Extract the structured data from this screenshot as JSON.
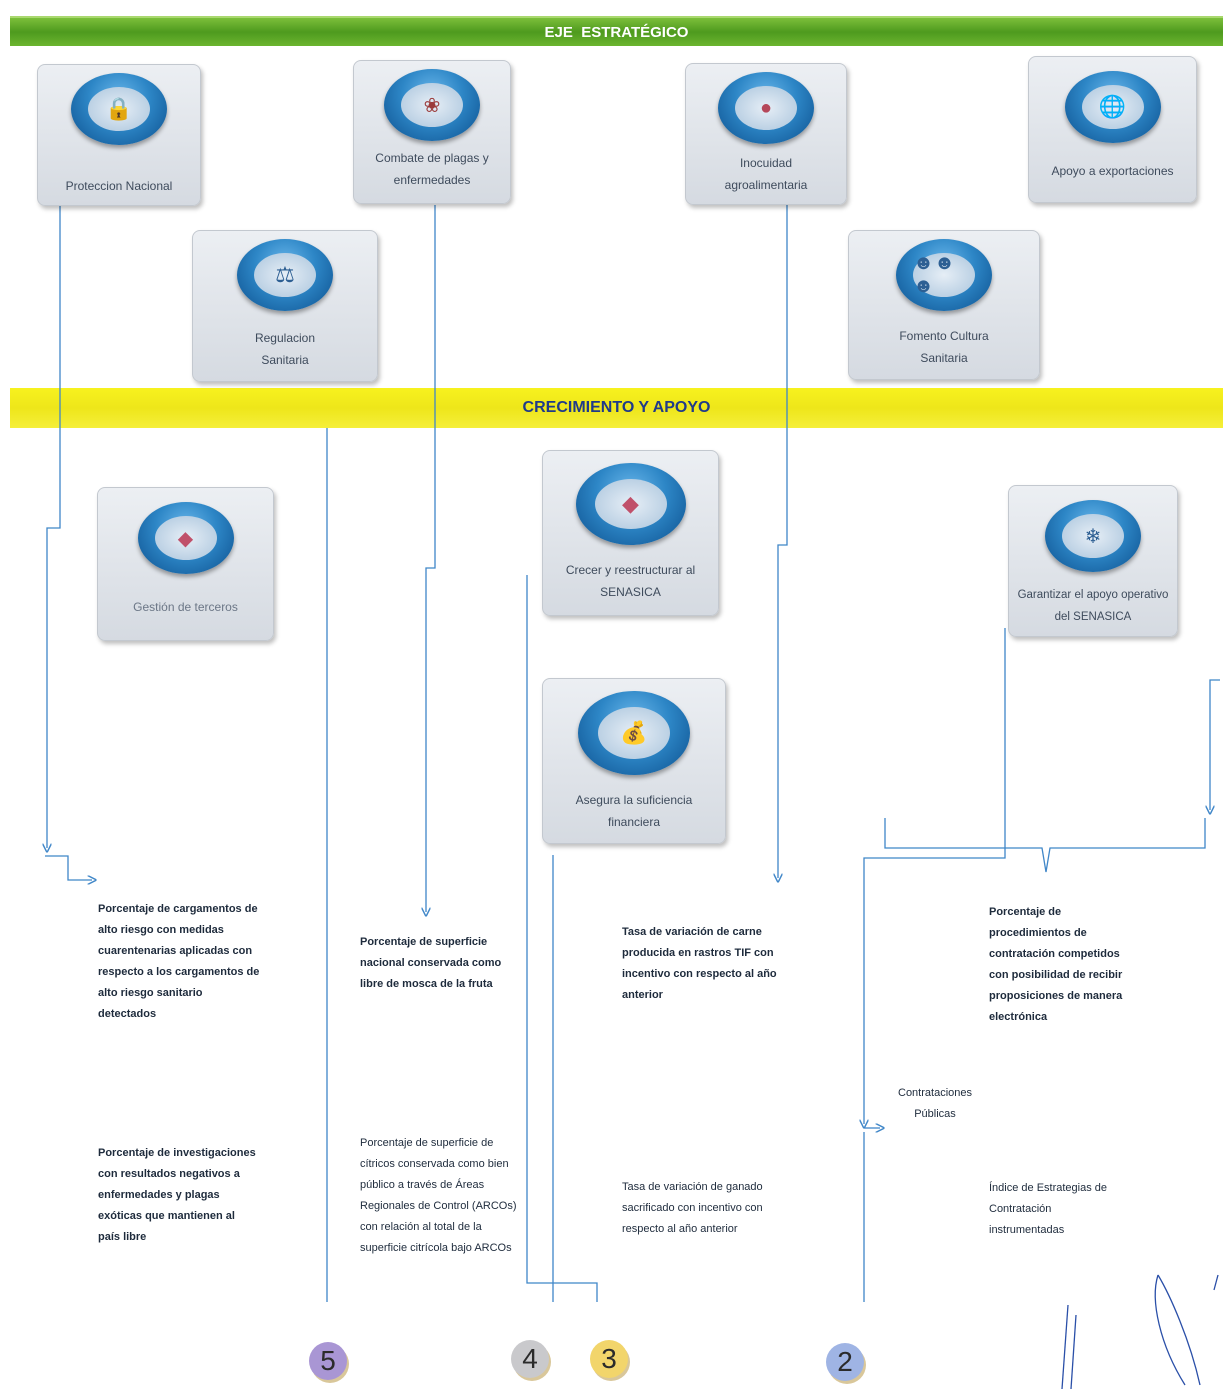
{
  "bands": {
    "eje": "EJE  ESTRATÉGICO",
    "crecimiento": "CRECIMIENTO Y APOYO"
  },
  "cards": {
    "proteccion": "Proteccion Nacional",
    "combate": "Combate de plagas y enfermedades",
    "inocuidad": "Inocuidad agroalimentaria",
    "exportaciones": "Apoyo a exportaciones",
    "regulacion": "Regulacion Sanitaria",
    "fomento": "Fomento Cultura Sanitaria",
    "terceros": "Gestión de terceros",
    "crecer": "Crecer y reestructurar al SENASICA",
    "garantizar": "Garantizar el apoyo operativo del SENASICA",
    "suficiencia": "Asegura la suficiencia financiera"
  },
  "indicators": {
    "cargamentos": "Porcentaje de cargamentos de alto riesgo  con medidas cuarentenarias aplicadas con respecto a los cargamentos de alto riesgo sanitario detectados",
    "investigaciones": "Porcentaje de investigaciones con resultados negativos a enfermedades y plagas exóticas que mantienen al país libre",
    "superficie_mosca": "Porcentaje de superficie nacional conservada como libre de mosca de la fruta",
    "superficie_citricos": "Porcentaje de superficie de cítricos conservada como bien público a través de Áreas Regionales de Control (ARCOs) con relación al total de la superficie citrícola bajo ARCOs",
    "carne": "Tasa de variación de carne producida en rastros TIF con incentivo con respecto  al año anterior",
    "ganado": "Tasa de variación de ganado sacrificado con incentivo con respecto al   año anterior",
    "procedimientos": "Porcentaje de procedimientos  de contratación competidos con posibilidad de recibir proposiciones de manera electrónica",
    "contrataciones": "Contrataciones Públicas",
    "estrategias": "Índice de Estrategias de Contratación instrumentadas"
  },
  "numbers": [
    "5",
    "4",
    "3",
    "2"
  ],
  "colors": {
    "green_band": "#5aa626",
    "yellow_band": "#f2ec1c",
    "connector": "#3f86c8",
    "disc": "#1f6fb3",
    "num5": "#a996d4",
    "num4": "#c9c9cc",
    "num3": "#f2d56b",
    "num2": "#9fb4e4"
  },
  "icons": [
    "lock-icon",
    "insect-icon",
    "food-icon",
    "globe-icon",
    "scales-icon",
    "people-icon",
    "map-icon",
    "moneybag-icon",
    "network-icon"
  ]
}
